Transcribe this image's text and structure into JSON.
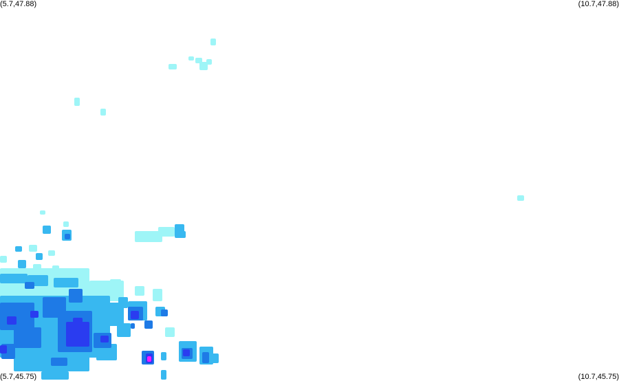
{
  "corners": {
    "top_left": "(5.7,47.88)",
    "top_right": "(10.7,47.88)",
    "bottom_left": "(5.7,45.75)",
    "bottom_right": "(10.7,45.75)"
  },
  "colors": {
    "background": "#ffffff",
    "light": "#9ef5f7",
    "medium": "#38b8f0",
    "strong": "#1e7ae6",
    "heavy": "#2a3cf0",
    "extreme": "#ff19ff"
  }
}
